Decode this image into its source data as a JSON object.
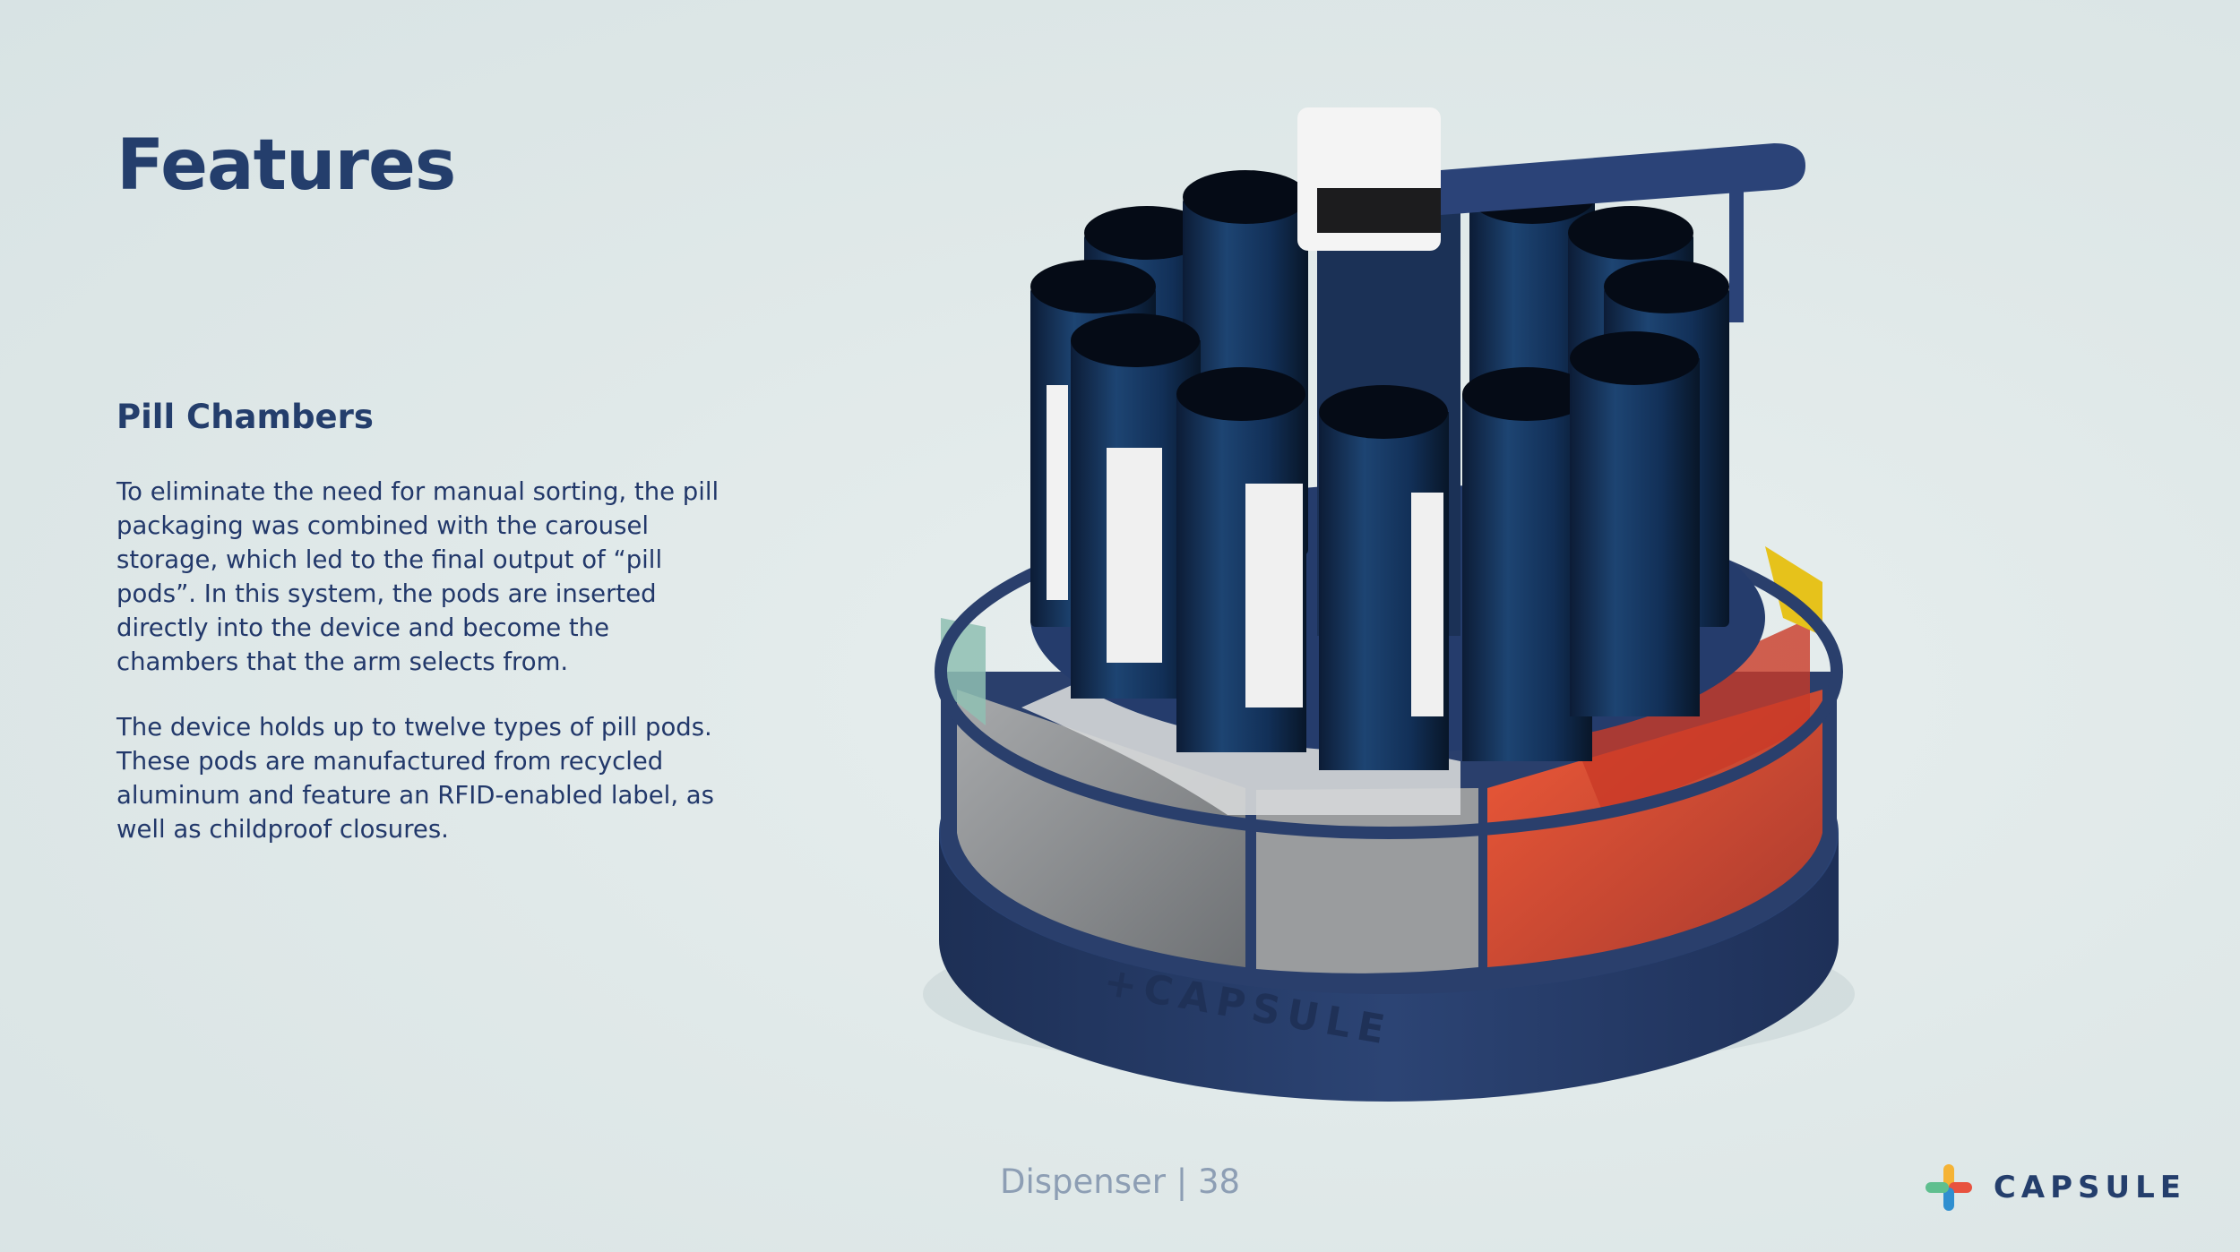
{
  "slide": {
    "title": "Features",
    "section_heading": "Pill Chambers",
    "paragraph_1": "To eliminate the need for manual sorting, the pill packaging was combined with the carousel storage, which led to the final output of “pill pods”.  In this system, the pods are inserted directly into the device and become the chambers that the arm selects from.",
    "paragraph_2": "The device holds up to twelve types of pill pods. These pods are manufactured from recycled aluminum and feature an RFID-enabled label, as well as childproof closures.",
    "footer": "Dispenser | 38"
  },
  "brand": {
    "name": "CAPSULE",
    "device_engraving": "+CAPSULE",
    "logo_colors": [
      "#f5b335",
      "#e8523f",
      "#2f8fd0",
      "#5fbf8f"
    ]
  },
  "colors": {
    "navy": "#243e6c",
    "device_base": "#253b66",
    "pod": "#143052",
    "tray_grey": "#8a8d90",
    "tray_red": "#e0432c",
    "tray_yellow": "#e6c21b",
    "tray_teal": "#8fbfb3"
  }
}
